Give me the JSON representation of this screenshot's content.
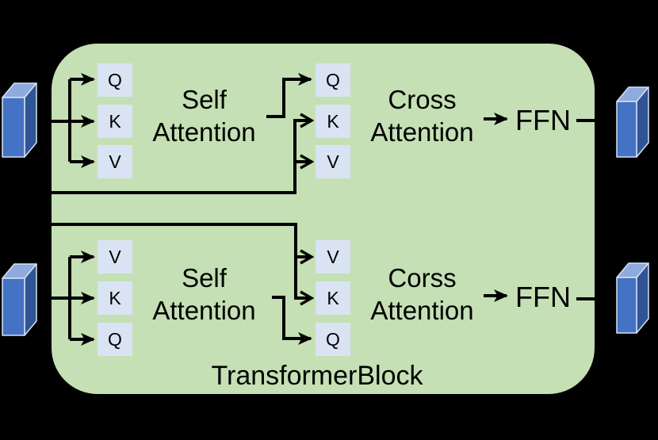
{
  "diagram_title": "TransformerBlock",
  "colors": {
    "background": "#000000",
    "block_fill": "#c5e0b4",
    "qkv_box_fill": "#dae3f3",
    "tensor_front": "#4472c4",
    "tensor_top": "#8faadc",
    "tensor_side": "#2f5597",
    "tensor_edge": "#d9e2f3",
    "line": "#000000"
  },
  "top_stream": {
    "input_qkv": [
      "Q",
      "K",
      "V"
    ],
    "self_attention_line1": "Self",
    "self_attention_line2": "Attention",
    "cross_qkv": [
      "Q",
      "K",
      "V"
    ],
    "cross_attention_line1": "Cross",
    "cross_attention_line2": "Attention",
    "ffn_label": "FFN"
  },
  "bottom_stream": {
    "input_qkv": [
      "V",
      "K",
      "Q"
    ],
    "self_attention_line1": "Self",
    "self_attention_line2": "Attention",
    "cross_qkv": [
      "V",
      "K",
      "Q"
    ],
    "cross_attention_line1": "Corss",
    "cross_attention_line2": "Attention",
    "ffn_label": "FFN"
  }
}
